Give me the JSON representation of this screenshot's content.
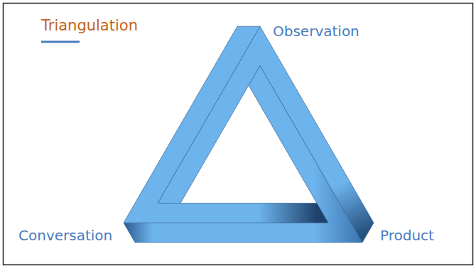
{
  "diagram": {
    "title": "Triangulation",
    "labels": [
      "Observation",
      "Conversation",
      "Product"
    ]
  }
}
